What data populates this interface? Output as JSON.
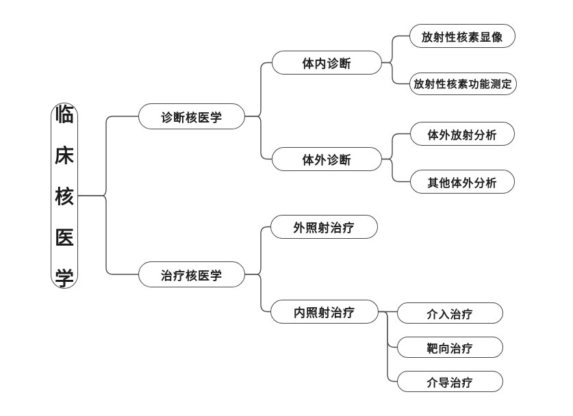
{
  "diagram": {
    "title": "临床核医学",
    "type": "mind-map-tree",
    "colors": {
      "background": "#ffffff",
      "line": "#4a4a4a",
      "node_border": "#454545",
      "node_fill": "#ffffff",
      "text": "#1c1c1c"
    },
    "root": {
      "id": "root",
      "label": "临床核医学",
      "children": [
        {
          "id": "diagnostic",
          "label": "诊断核医学",
          "children": [
            {
              "id": "in-vivo",
              "label": "体内诊断",
              "children": [
                {
                  "id": "radionuclide-imaging",
                  "label": "放射性核素显像",
                  "children": []
                },
                {
                  "id": "radionuclide-function",
                  "label": "放射性核素功能测定",
                  "children": []
                }
              ]
            },
            {
              "id": "in-vitro",
              "label": "体外诊断",
              "children": [
                {
                  "id": "in-vitro-radioanalysis",
                  "label": "体外放射分析",
                  "children": []
                },
                {
                  "id": "other-in-vitro",
                  "label": "其他体外分析",
                  "children": []
                }
              ]
            }
          ]
        },
        {
          "id": "therapeutic",
          "label": "治疗核医学",
          "children": [
            {
              "id": "external-irradiation",
              "label": "外照射治疗",
              "children": []
            },
            {
              "id": "internal-irradiation",
              "label": "内照射治疗",
              "children": [
                {
                  "id": "interventional",
                  "label": "介入治疗",
                  "children": []
                },
                {
                  "id": "targeted",
                  "label": "靶向治疗",
                  "children": []
                },
                {
                  "id": "mediated",
                  "label": "介导治疗",
                  "children": []
                }
              ]
            }
          ]
        }
      ]
    }
  }
}
